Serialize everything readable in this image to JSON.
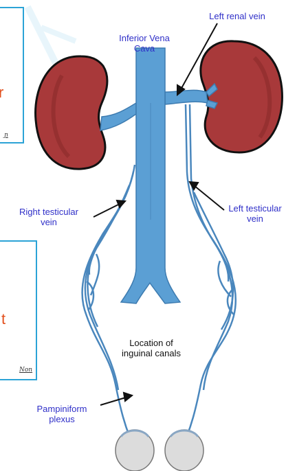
{
  "labels": {
    "ivc_line1": "Inferior Vena",
    "ivc_line2": "Cava",
    "left_renal_vein": "Left renal vein",
    "right_testicular_line1": "Right testicular",
    "right_testicular_line2": "vein",
    "left_testicular_line1": "Left testicular",
    "left_testicular_line2": "vein",
    "inguinal_line1": "Location of",
    "inguinal_line2": "inguinal canals",
    "pampiniform_line1": "Pampiniform",
    "pampiniform_line2": "plexus"
  },
  "side_cards": {
    "bottom_card_letter": "t",
    "bottom_card_signature": "Non",
    "top_card_letter": "r"
  },
  "colors": {
    "vein": "#5b9fd4",
    "vein_dark": "#3d7bb0",
    "kidney": "#a8393a",
    "label_blue": "#2f2fc8",
    "card_border": "#2ba3d6",
    "testis": "#d9d9d9"
  }
}
